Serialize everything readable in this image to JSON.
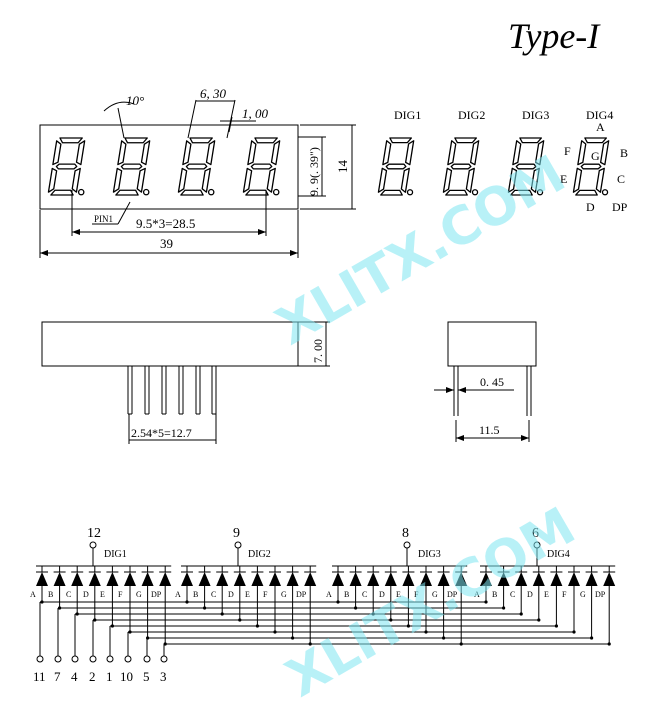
{
  "title": "Type-I",
  "front_view": {
    "dim_angle": "10°",
    "dim_pitch": "6, 30",
    "dim_seg_width": "1, 00",
    "dim_height": "9. 9(. 39\")",
    "dim_total_height": "14",
    "pin1_label": "PIN1",
    "dim_pin_span": "9.5*3=28.5",
    "dim_width": "39"
  },
  "segment_legend": {
    "digits": [
      "DIG1",
      "DIG2",
      "DIG3",
      "DIG4"
    ],
    "segments": {
      "a": "A",
      "b": "B",
      "c": "C",
      "d": "D",
      "e": "E",
      "f": "F",
      "g": "G",
      "dp": "DP"
    }
  },
  "side_view": {
    "dim_depth": "7. 00",
    "dim_pin_pitch": "2.54*5=12.7",
    "dim_pin_dia": "0. 45",
    "dim_side_width": "11.5"
  },
  "circuit": {
    "common_pins": [
      "12",
      "9",
      "8",
      "6"
    ],
    "digit_labels": [
      "DIG1",
      "DIG2",
      "DIG3",
      "DIG4"
    ],
    "segment_labels": [
      "A",
      "B",
      "C",
      "D",
      "E",
      "F",
      "G",
      "DP"
    ],
    "bottom_pins": [
      "11",
      "7",
      "4",
      "2",
      "1",
      "10",
      "5",
      "3"
    ]
  },
  "watermark": "XLITX.COM",
  "colors": {
    "line": "#000000",
    "watermark": "#7fe6f2"
  }
}
